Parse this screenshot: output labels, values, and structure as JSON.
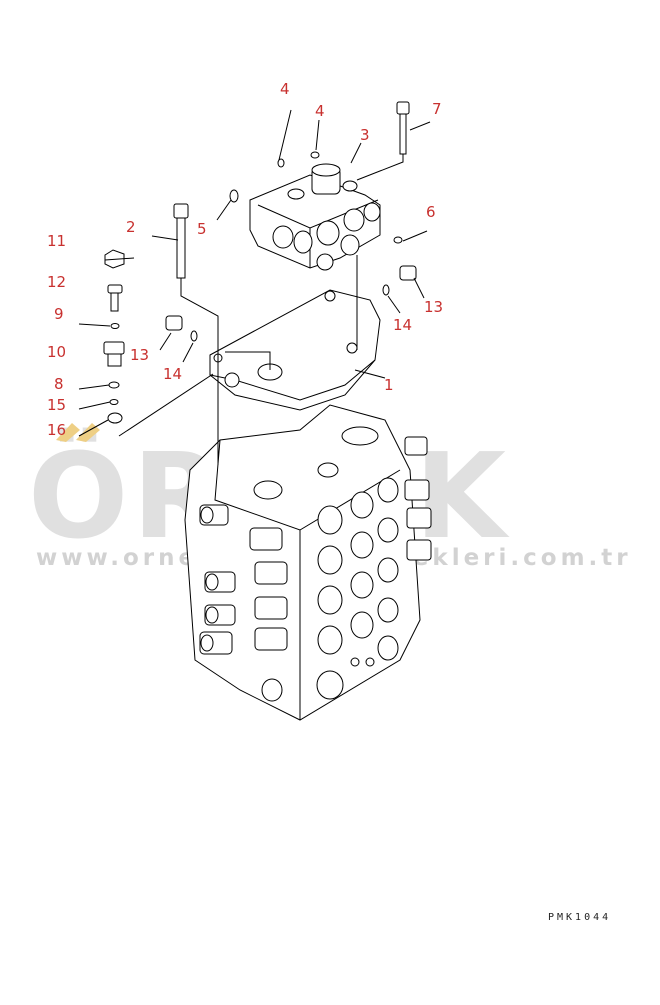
{
  "watermark": {
    "brand": "ÖRNEK",
    "url": "www.orneksmakineyedekleri.com.tr"
  },
  "drawing_code": "PMK1044",
  "callouts": {
    "c1": "1",
    "c2": "2",
    "c3": "3",
    "c4a": "4",
    "c4b": "4",
    "c5": "5",
    "c6": "6",
    "c7": "7",
    "c8": "8",
    "c9": "9",
    "c10": "10",
    "c11": "11",
    "c12": "12",
    "c13a": "13",
    "c13b": "13",
    "c14a": "14",
    "c14b": "14",
    "c15": "15",
    "c16": "16"
  },
  "colors": {
    "callout": "#c8312f",
    "watermark": "#e0e0e0",
    "accent": "#e9c46a"
  }
}
